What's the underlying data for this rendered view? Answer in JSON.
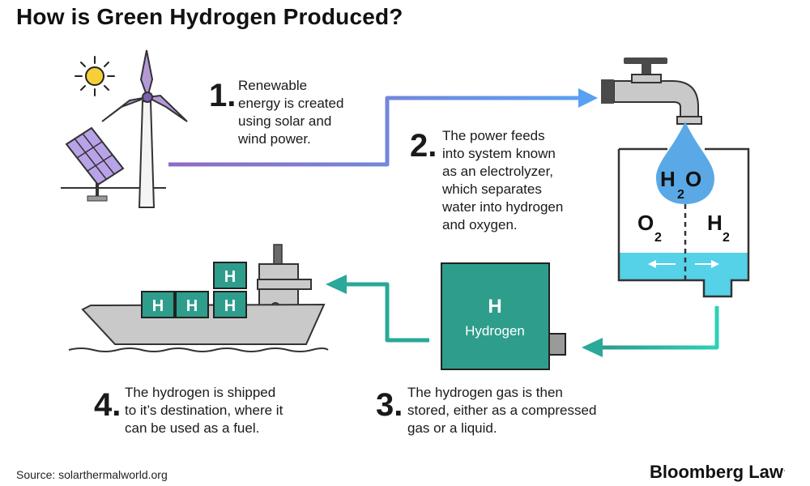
{
  "title": "How is Green Hydrogen Produced?",
  "steps": [
    {
      "num": "1.",
      "text": [
        "Renewable",
        "energy is created",
        "using solar and",
        "wind power."
      ]
    },
    {
      "num": "2.",
      "text": [
        "The power feeds",
        "into system known",
        "as an electrolyzer,",
        "which separates",
        "water into hydrogen",
        "and oxygen."
      ]
    },
    {
      "num": "3.",
      "text": [
        "The hydrogen gas is then",
        "stored, either as a compressed",
        "gas or a liquid."
      ]
    },
    {
      "num": "4.",
      "text": [
        "The hydrogen is shipped",
        "to it’s destination, where it",
        "can be used as a fuel."
      ]
    }
  ],
  "labels": {
    "water_h": "H",
    "water_sub": "2",
    "water_o": "O",
    "oxygen_o": "O",
    "oxygen_sub": "2",
    "hydrogen_h": "H",
    "hydrogen_sub": "2",
    "tank_h": "H",
    "tank_label": "Hydrogen",
    "container_h": "H"
  },
  "source": "Source: solarthermalworld.org",
  "brand": "Bloomberg Law",
  "colors": {
    "purple": "#8f6bc4",
    "blue": "#5aa0f2",
    "teal": "#2aa89a",
    "tank": "#2e9d8c",
    "water": "#4cc8e6",
    "drop": "#5aa9e6",
    "gray": "#c9c9c9",
    "dark": "#4a4a4a"
  }
}
